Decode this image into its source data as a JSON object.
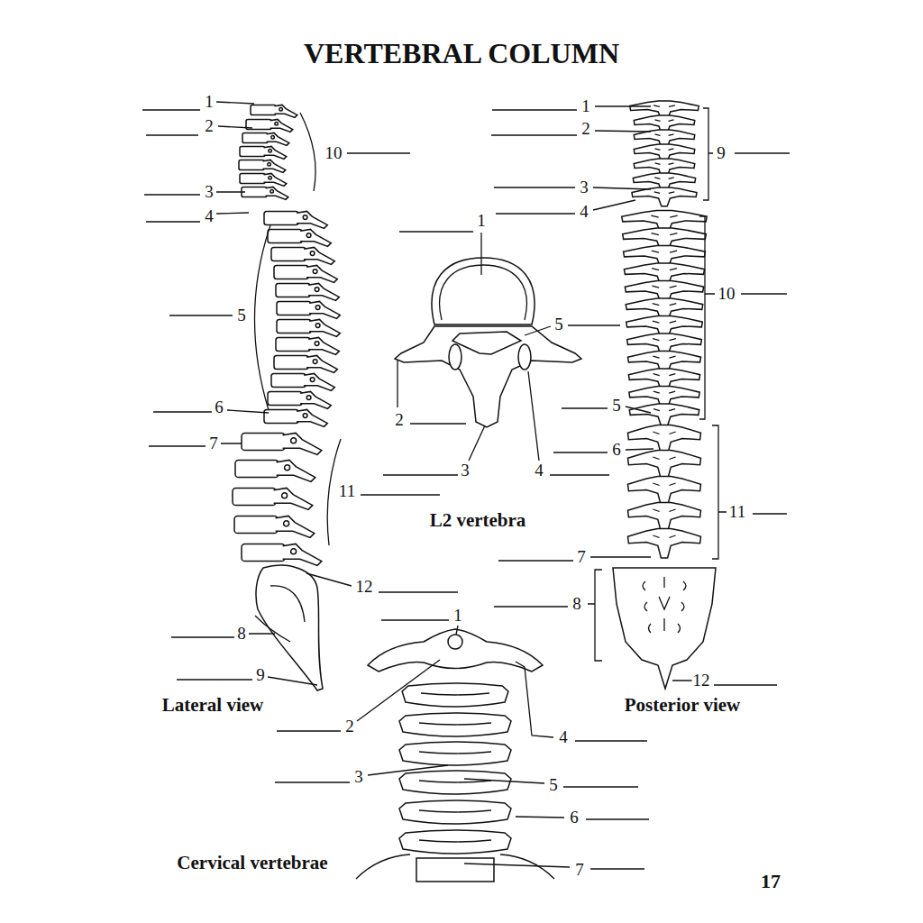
{
  "diagram": {
    "title": "VERTEBRAL COLUMN",
    "labels": [
      "1",
      "2",
      "10",
      "3",
      "4",
      "5",
      "6",
      "7",
      "11",
      "12",
      "8",
      "9",
      "Lateral view",
      "1",
      "5",
      "2",
      "3",
      "4",
      "L2 vertebra",
      "1",
      "2",
      "9",
      "3",
      "4",
      "10",
      "5",
      "6",
      "11",
      "7",
      "8",
      "12",
      "Posterior view",
      "1",
      "2",
      "4",
      "3",
      "5",
      "6",
      "Cervical vertebrae",
      "7",
      "17"
    ]
  }
}
